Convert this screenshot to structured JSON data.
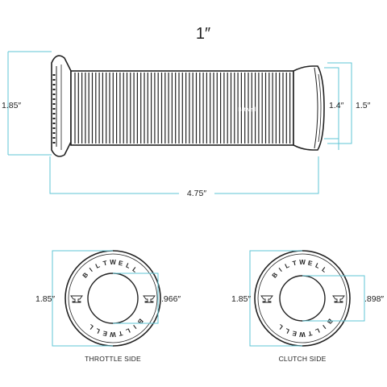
{
  "title": "1″",
  "side_view": {
    "overall_diameter": "1.85″",
    "inner_diameter": "1.4″",
    "end_diameter": "1.5″",
    "length": "4.75″",
    "watermark": "Biltwell"
  },
  "throttle_view": {
    "caption": "THROTTLE SIDE",
    "outer_diameter": "1.85″",
    "bore_diameter": ".966″",
    "brand_text": "BILTWELL"
  },
  "clutch_view": {
    "caption": "CLUTCH SIDE",
    "outer_diameter": "1.85″",
    "bore_diameter": ".898″",
    "brand_text": "BILTWELL"
  },
  "colors": {
    "dimension_line": "#5fc6d6",
    "ink": "#222222",
    "grip_fill": "#ffffff"
  }
}
